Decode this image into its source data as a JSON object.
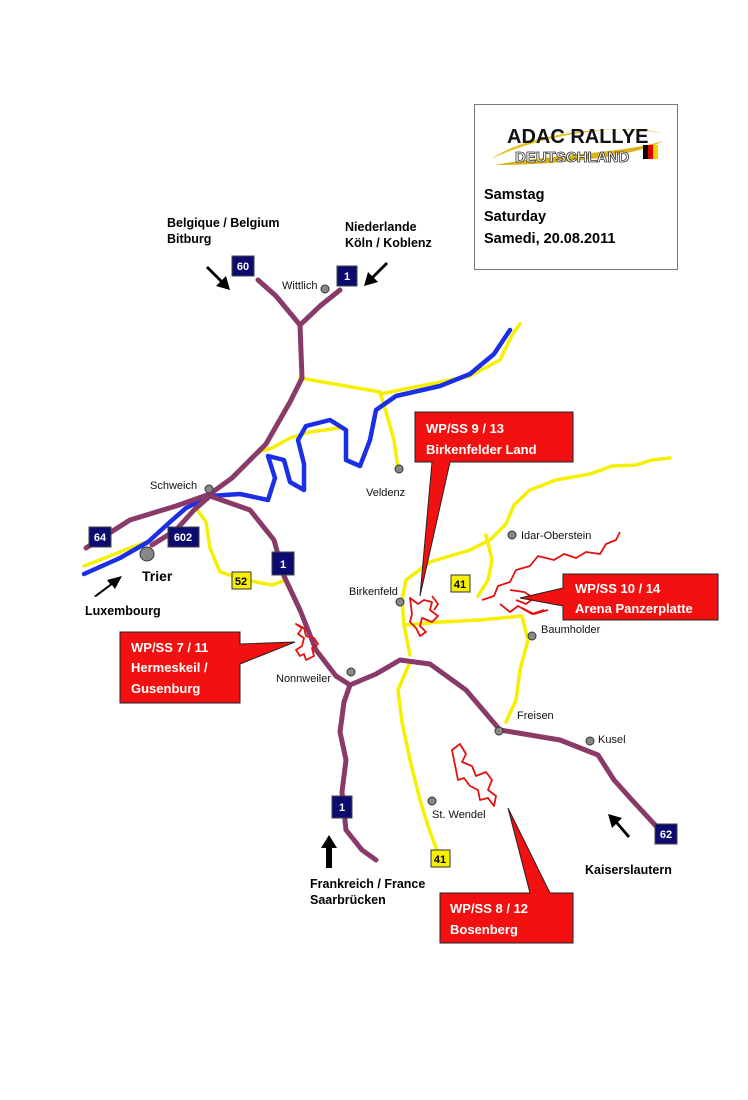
{
  "info_box": {
    "logo_text_1": "ADAC RALLYE",
    "logo_text_2": "DEUTSCHLAND",
    "day_de": "Samstag",
    "day_en": "Saturday",
    "day_fr_date": "Samedi, 20.08.2011"
  },
  "directions": {
    "belgium_1": "Belgique / Belgium",
    "belgium_2": "Bitburg",
    "netherlands_1": "Niederlande",
    "netherlands_2": "Köln / Koblenz",
    "luxembourg": "Luxembourg",
    "france_1": "Frankreich / France",
    "france_2": "Saarbrücken",
    "kaiserslautern": "Kaiserslautern"
  },
  "towns": {
    "wittlich": "Wittlich",
    "schweich": "Schweich",
    "trier": "Trier",
    "veldenz": "Veldenz",
    "birkenfeld": "Birkenfeld",
    "idar": "Idar-Oberstein",
    "baumholder": "Baumholder",
    "nonnweiler": "Nonnweiler",
    "freisen": "Freisen",
    "kusel": "Kusel",
    "stwendel": "St. Wendel"
  },
  "shields": {
    "a60": "60",
    "a1_north": "1",
    "a64": "64",
    "a602": "602",
    "a1_mid": "1",
    "b52": "52",
    "b41_north": "41",
    "a1_south": "1",
    "b41_south": "41",
    "a62": "62"
  },
  "stages": {
    "s9_title": "WP/SS  9 / 13",
    "s9_name": "Birkenfelder Land",
    "s10_title": "WP/SS  10 / 14",
    "s10_name": "Arena Panzerplatte",
    "s7_title": "WP/SS  7 / 11",
    "s7_name_1": "Hermeskeil /",
    "s7_name_2": "Gusenburg",
    "s8_title": "WP/SS  8 / 12",
    "s8_name": "Bosenberg"
  },
  "colors": {
    "motorway": "#8a3a68",
    "river": "#1a2fe6",
    "road": "#f6f000",
    "stage": "#e41010",
    "shield": "#0b0b70"
  }
}
